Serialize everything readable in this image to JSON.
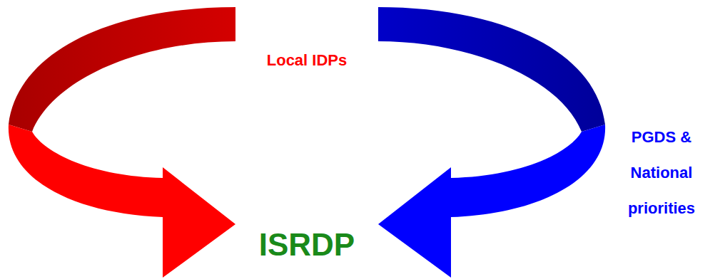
{
  "diagram": {
    "labels": [
      "Local IDPs",
      "PGDS & National priorities",
      "ISRDP"
    ]
  }
}
